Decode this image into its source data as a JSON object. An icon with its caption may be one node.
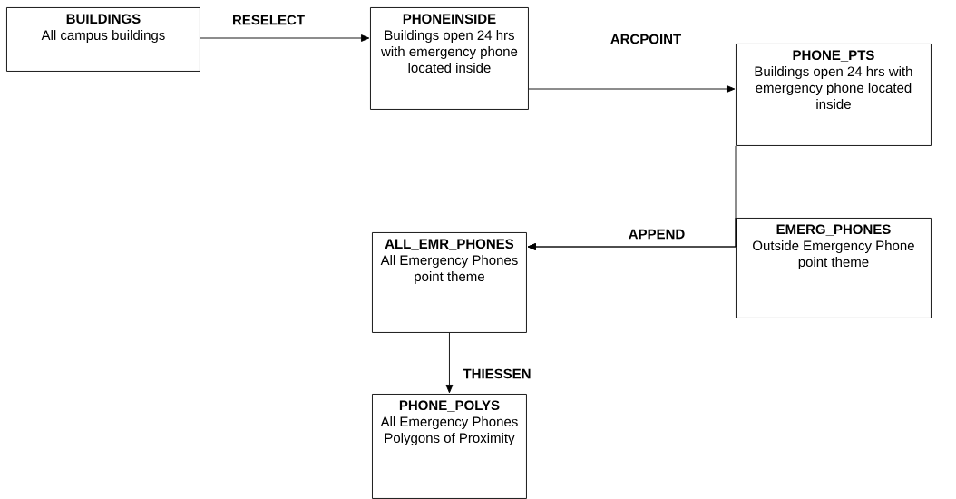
{
  "diagram": {
    "nodes": [
      {
        "text": [
          "BUILDINGS",
          "All campus buildings"
        ]
      },
      {
        "text": [
          "PHONEINSIDE",
          "Buildings open 24 hrs with emergency phone located inside"
        ]
      },
      {
        "text": [
          "PHONE_PTS",
          "Buildings open 24 hrs with emergency phone located inside"
        ]
      },
      {
        "text": [
          "ALL_EMR_PHONES",
          "All Emergency Phones point theme"
        ]
      },
      {
        "text": [
          "EMERG_PHONES",
          "Outside Emergency Phone point theme"
        ]
      },
      {
        "text": [
          "PHONE_POLYS",
          "All Emergency Phones Polygons of Proximity"
        ]
      }
    ],
    "edges": [
      {
        "from": 0,
        "to": 1,
        "arrow": "to",
        "label": "RESELECT"
      },
      {
        "from": 1,
        "to": 2,
        "arrow": "to",
        "label": "ARCPOINT"
      },
      {
        "from": 2,
        "to": 3,
        "arrow": "to",
        "label": "APPEND"
      },
      {
        "from": 4,
        "to": 3,
        "arrow": "to"
      },
      {
        "from": 3,
        "to": 5,
        "arrow": "to",
        "label": "THIESSEN"
      }
    ]
  }
}
